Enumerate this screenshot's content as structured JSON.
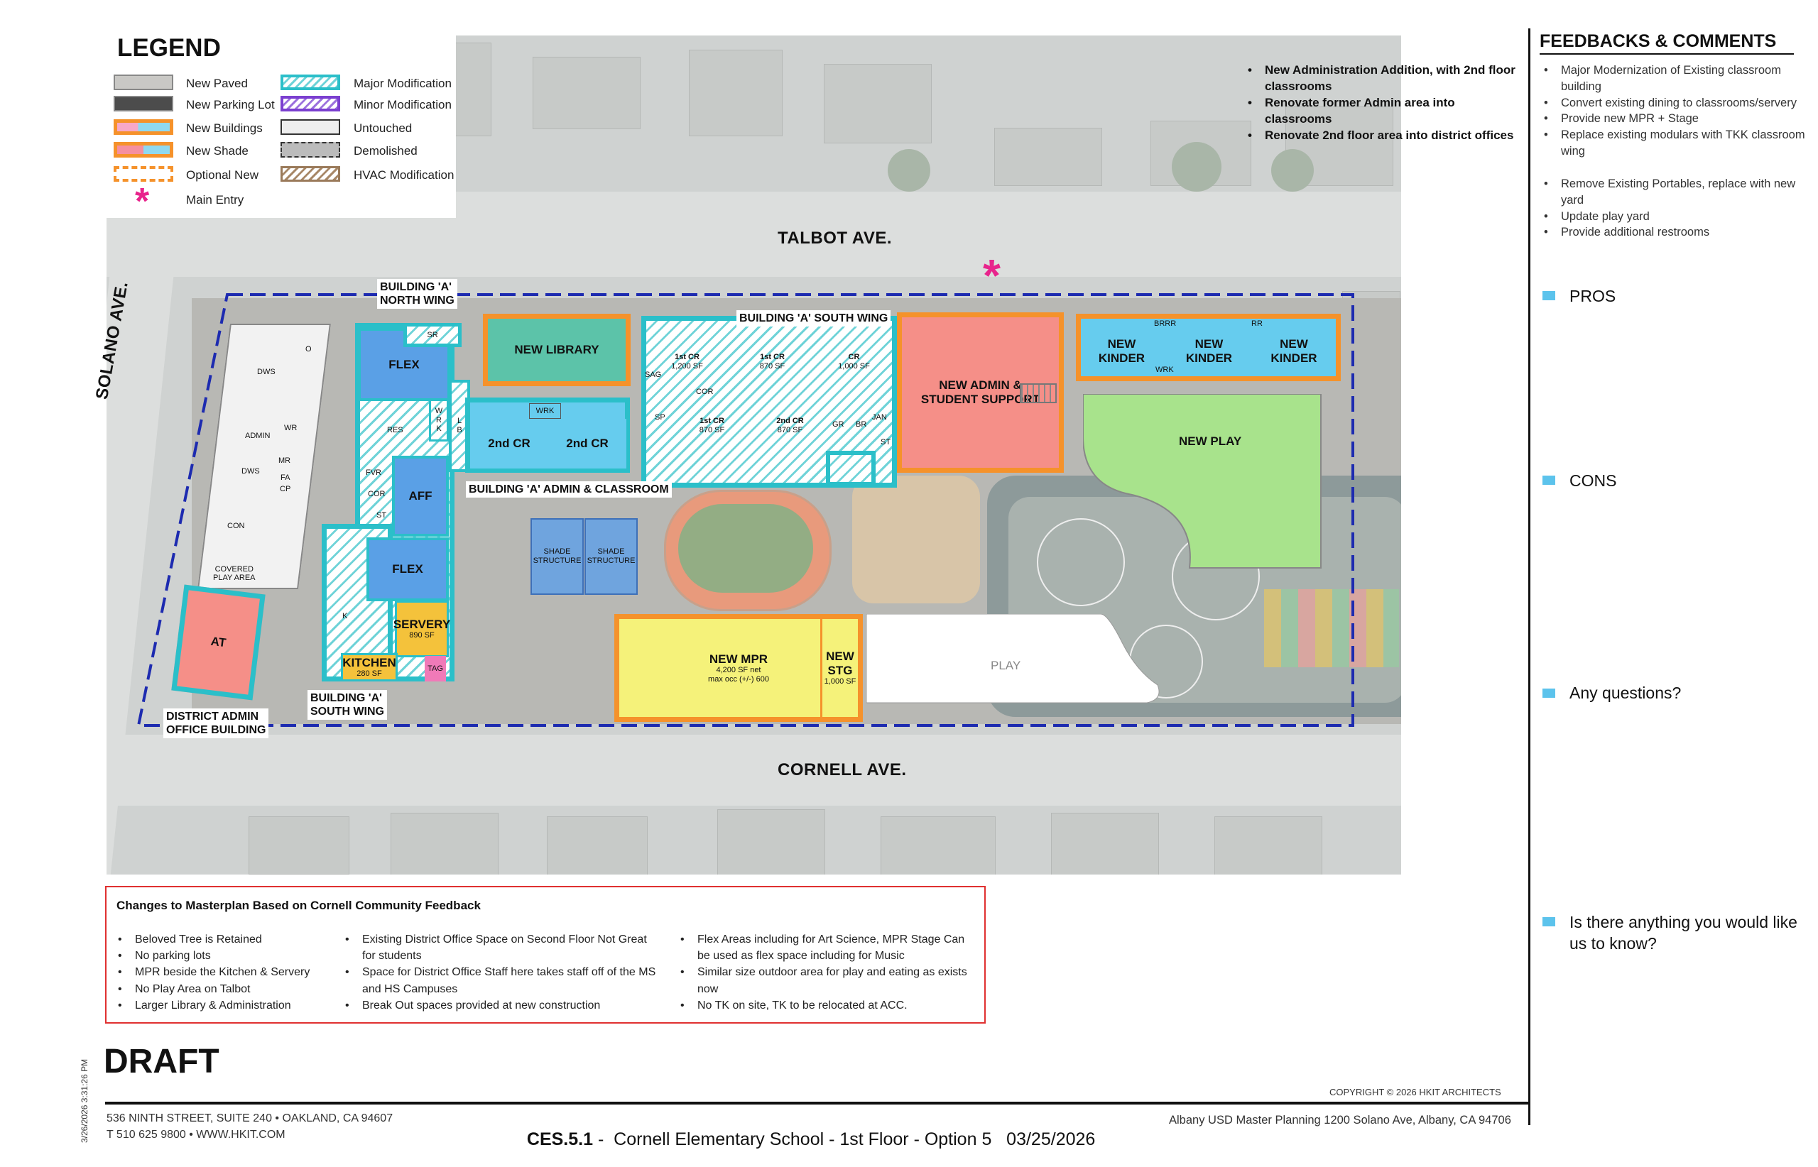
{
  "legend": {
    "title": "LEGEND",
    "items": [
      {
        "label": "New Paved",
        "style": "paved"
      },
      {
        "label": "New Parking Lot",
        "style": "parking"
      },
      {
        "label": "New Buildings",
        "style": "buildings"
      },
      {
        "label": "New Shade",
        "style": "shade"
      },
      {
        "label": "Optional New",
        "style": "optional"
      },
      {
        "label": "Main Entry",
        "style": "entry"
      },
      {
        "label": "Major Modification",
        "style": "major"
      },
      {
        "label": "Minor Modification",
        "style": "minor"
      },
      {
        "label": "Untouched",
        "style": "untouched"
      },
      {
        "label": "Demolished",
        "style": "demolished"
      },
      {
        "label": "HVAC Modification",
        "style": "hvac"
      }
    ],
    "main_entry_symbol": "*"
  },
  "top_notes": [
    "New Administration Addition, with 2nd floor classrooms",
    "Renovate former Admin area into classrooms",
    "Renovate 2nd floor area into district offices"
  ],
  "streets": {
    "north": "TALBOT AVE.",
    "south": "CORNELL AVE.",
    "west": "SOLANO AVE."
  },
  "callouts": {
    "north_wing": "BUILDING 'A'\nNORTH WING",
    "south_wing_top": "BUILDING 'A' SOUTH WING",
    "admin_classroom": "BUILDING 'A' ADMIN & CLASSROOM",
    "south_wing_bottom": "BUILDING 'A'\nSOUTH WING",
    "district_admin": "DISTRICT ADMIN\nOFFICE BUILDING"
  },
  "rooms": {
    "new_library": "NEW LIBRARY",
    "new_admin": "NEW ADMIN &\nSTUDENT SUPPORT",
    "new_kinder_1": "NEW\nKINDER",
    "new_kinder_2": "NEW\nKINDER",
    "new_kinder_3": "NEW\nKINDER",
    "brrr": "BRRR",
    "rr": "RR",
    "wrk": "WRK",
    "new_play": "NEW PLAY",
    "flex_1": "FLEX",
    "flex_2": "FLEX",
    "aff": "AFF",
    "res": "RES",
    "fvr": "FVR",
    "cor": "COR",
    "sr": "SR",
    "st": "ST",
    "k": "K",
    "l": "L",
    "b": "B",
    "wrk_vertical": "W\nR\nK",
    "cr_2nd_a": "2nd CR",
    "cr_2nd_b": "2nd CR",
    "cr_1st_a": "1st CR",
    "cr_1st_a_area": "1,200 SF",
    "cr_1st_b": "1st CR",
    "cr_1st_b_area": "870 SF",
    "cr_c": "CR",
    "cr_c_area": "1,000 SF",
    "cr_1st_c": "1st CR",
    "cr_1st_c_area": "870 SF",
    "cr_2nd_c": "2nd CR",
    "cr_2nd_c_area": "870 SF",
    "sag": "SAG",
    "sp": "SP",
    "gr": "GR",
    "br": "BR",
    "jan": "JAN",
    "servery": "SERVERY",
    "servery_area": "890 SF",
    "kitchen": "KITCHEN",
    "kitchen_area": "280 SF",
    "tag": "TAG",
    "at": "AT",
    "new_mpr": "NEW MPR",
    "new_mpr_area": "4,200 SF net",
    "new_mpr_occ": "max occ (+/-) 600",
    "new_stg": "NEW\nSTG",
    "new_stg_area": "1,000 SF",
    "play": "PLAY",
    "shade_1": "SHADE\nSTRUCTURE",
    "shade_2": "SHADE\nSTRUCTURE",
    "dws_1": "DWS",
    "dws_2": "DWS",
    "o": "O",
    "wr": "WR",
    "admin": "ADMIN",
    "mr": "MR",
    "fa": "FA",
    "cp": "CP",
    "con": "CON",
    "covered_play": "COVERED\nPLAY AREA"
  },
  "changes_box": {
    "title": "Changes to Masterplan Based on Cornell Community Feedback",
    "col1": [
      "Beloved Tree is Retained",
      "No parking lots",
      "MPR beside the Kitchen & Servery",
      "No Play Area on Talbot",
      "Larger Library & Administration"
    ],
    "col2": [
      "Existing District Office Space on Second Floor Not Great for students",
      "Space for District Office Staff here takes staff off of the MS and HS Campuses",
      "Break Out spaces provided at new construction"
    ],
    "col3": [
      "Flex Areas including for Art Science, MPR Stage Can be used as flex space including for Music",
      "Similar size outdoor area for play and eating as exists now",
      "No TK on site, TK to be relocated at ACC."
    ]
  },
  "sidebar": {
    "title": "FEEDBACKS & COMMENTS",
    "bullets_1": [
      "Major Modernization of Existing classroom building",
      "Convert existing dining to classrooms/servery",
      "Provide new MPR + Stage",
      "Replace existing modulars with TKK classroom wing"
    ],
    "bullets_2": [
      "Remove Existing Portables, replace with new yard",
      "Update play yard",
      "Provide additional restrooms"
    ],
    "sections": [
      "PROS",
      "CONS",
      "Any questions?",
      "Is there anything you would like us to know?"
    ]
  },
  "footer": {
    "draft": "DRAFT",
    "timestamp": "3/26/2026 3:31:26 PM",
    "address_1": "536 NINTH STREET, SUITE 240 • OAKLAND, CA 94607",
    "address_2": "T 510 625 9800 • WWW.HKIT.COM",
    "sheet_id": "CES.5.1",
    "sheet_title": " -  Cornell Elementary School - 1st Floor - Option 5   03/25/2026",
    "project": "Albany USD Master Planning 1200 Solano Ave, Albany, CA 94706",
    "copyright": "COPYRIGHT ©  2026 HKIT ARCHITECTS"
  },
  "colors": {
    "major_mod": "#2bbfc9",
    "new_building_frame": "#f5922b",
    "main_entry": "#e8248c",
    "property_line": "#1d2bb0",
    "changes_border": "#e03030",
    "sidebar_marker": "#5cc3ec"
  }
}
